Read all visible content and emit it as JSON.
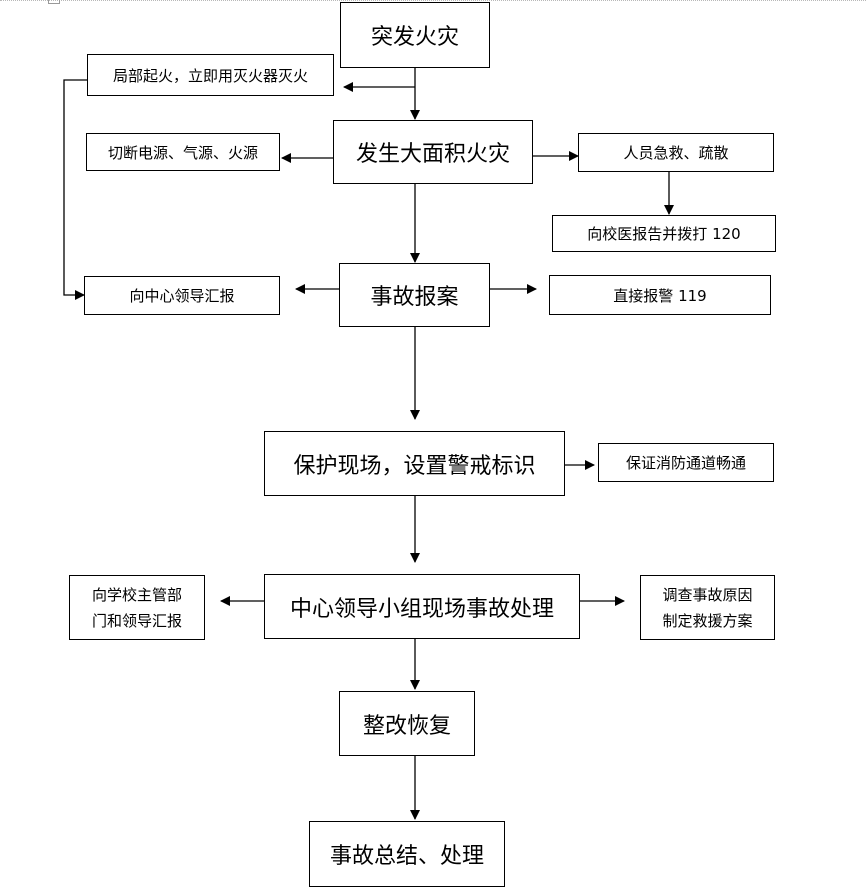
{
  "flowchart": {
    "start": "突发火灾",
    "local_fire": "局部起火，立即用灭火器灭火",
    "large_fire": "发生大面积火灾",
    "cut_power": "切断电源、气源、火源",
    "evacuate": "人员急救、疏散",
    "report_school_doctor": "向校医报告并拨打 120",
    "report_case": "事故报案",
    "report_center": "向中心领导汇报",
    "call_119": "直接报警 119",
    "protect_scene": "保护现场，设置警戒标识",
    "fire_access": "保证消防通道畅通",
    "center_handle": "中心领导小组现场事故处理",
    "report_dept_line1": "向学校主管部",
    "report_dept_line2": "门和领导汇报",
    "investigate_line1": "调查事故原因",
    "investigate_line2": "制定救援方案",
    "rectify": "整改恢复",
    "summary": "事故总结、处理"
  }
}
